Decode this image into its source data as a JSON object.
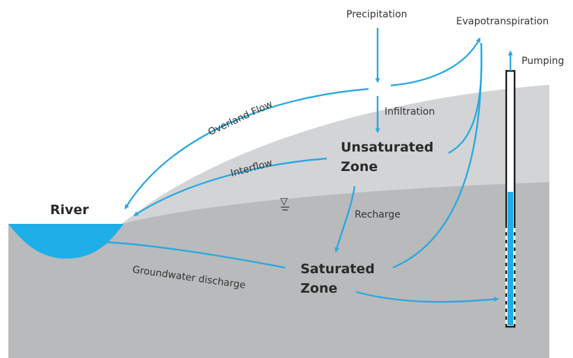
{
  "colors": {
    "unsaturated_zone": "#d3d4d6",
    "saturated_zone": "#b9babc",
    "water": "#1eaee8",
    "arrow": "#2aa8e0",
    "text": "#333333",
    "well": "#1a1a1a"
  },
  "labels": {
    "precipitation": "Precipitation",
    "evapotranspiration": "Evapotranspiration",
    "pumping": "Pumping",
    "overland_flow": "Overland Flow",
    "infiltration": "Infiltration",
    "interflow": "Interflow",
    "recharge": "Recharge",
    "river": "River",
    "groundwater_discharge": "Groundwater discharge",
    "water_table_symbol": "▽"
  },
  "zones": {
    "unsaturated": [
      "Unsaturated",
      "Zone"
    ],
    "saturated": [
      "Saturated",
      "Zone"
    ]
  }
}
